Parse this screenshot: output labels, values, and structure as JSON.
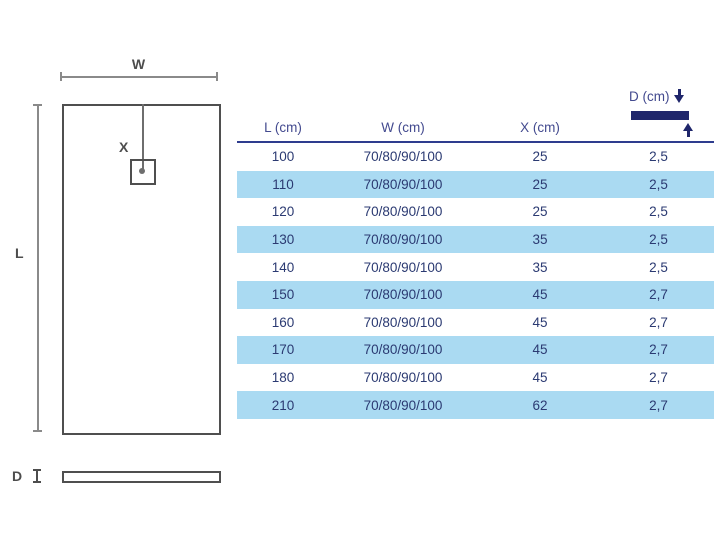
{
  "diagram": {
    "width_label": "W",
    "length_label": "L",
    "drain_offset_label": "X",
    "depth_label": "D"
  },
  "table": {
    "columns": [
      {
        "label": "L (cm)"
      },
      {
        "label": "W (cm)"
      },
      {
        "label": "X (cm)"
      },
      {
        "label": "D (cm)"
      }
    ],
    "rows": [
      {
        "l": "100",
        "w": "70/80/90/100",
        "x": "25",
        "d": "2,5"
      },
      {
        "l": "110",
        "w": "70/80/90/100",
        "x": "25",
        "d": "2,5"
      },
      {
        "l": "120",
        "w": "70/80/90/100",
        "x": "25",
        "d": "2,5"
      },
      {
        "l": "130",
        "w": "70/80/90/100",
        "x": "35",
        "d": "2,5"
      },
      {
        "l": "140",
        "w": "70/80/90/100",
        "x": "35",
        "d": "2,5"
      },
      {
        "l": "150",
        "w": "70/80/90/100",
        "x": "45",
        "d": "2,7"
      },
      {
        "l": "160",
        "w": "70/80/90/100",
        "x": "45",
        "d": "2,7"
      },
      {
        "l": "170",
        "w": "70/80/90/100",
        "x": "45",
        "d": "2,7"
      },
      {
        "l": "180",
        "w": "70/80/90/100",
        "x": "45",
        "d": "2,7"
      },
      {
        "l": "210",
        "w": "70/80/90/100",
        "x": "62",
        "d": "2,7"
      }
    ],
    "colors": {
      "stripe": "#aadaf2",
      "header_text": "#434a8f",
      "cell_text": "#2b3a72",
      "accent": "#1f266b"
    }
  }
}
